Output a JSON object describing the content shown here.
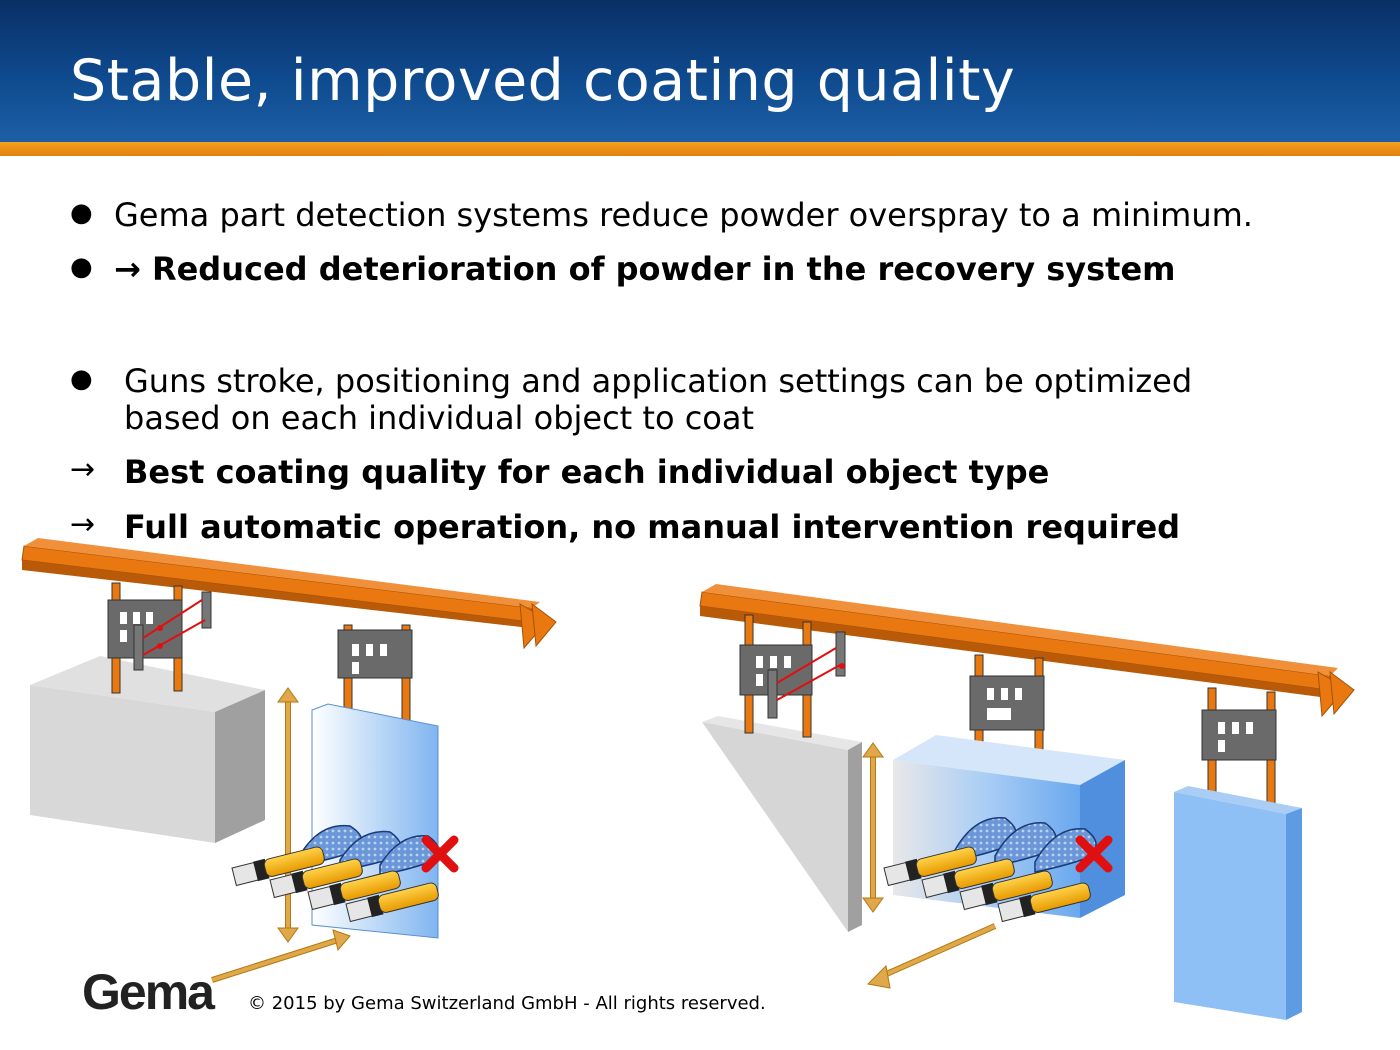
{
  "slide": {
    "title": "Stable, improved coating quality",
    "bullets": [
      {
        "marker": "●",
        "text": "Gema part detection systems reduce powder overspray to a minimum.",
        "bold": false
      },
      {
        "marker": "●",
        "text": "→ Reduced deterioration of powder in the recovery system",
        "bold": true
      },
      {
        "marker": "●",
        "text": "Guns stroke, positioning and application settings can be optimized",
        "continuation": "based on each individual object to coat",
        "bold": false
      }
    ],
    "arrow_items": [
      {
        "marker": "→",
        "text": "Best coating quality for each individual object type"
      },
      {
        "marker": "→",
        "text": "Full automatic operation, no manual intervention required"
      }
    ],
    "footer": {
      "logo_text": "Gema",
      "copyright": "© 2015 by Gema Switzerland GmbH - All rights reserved."
    },
    "colors": {
      "header_blue": "#0e4a8e",
      "accent_orange": "#e8780f",
      "part_blue": "#8ec0f5",
      "error_red": "#e01010"
    }
  }
}
